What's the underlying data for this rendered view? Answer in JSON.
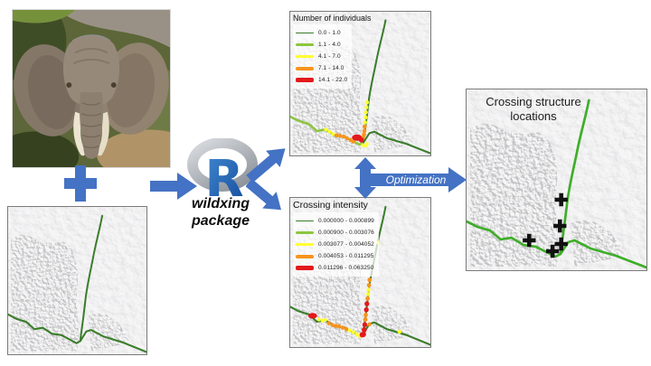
{
  "colors": {
    "arrow_blue": "#4472C4",
    "r_letter_blue": "#2268B6",
    "r_ring_gray": "#B9BDC3",
    "map_background": "#D6D6D6",
    "route_dark_green": "#3A7D2A",
    "route_light_green": "#8CC63E",
    "route_bright_green": "#3FAE29",
    "dot_yellow": "#FFFF33",
    "dot_orange": "#F7941D",
    "dot_red": "#E3191C",
    "crossing_marker_black": "#111111"
  },
  "r_block": {
    "letter": "R",
    "package_line1": "wildxing",
    "package_line2": "package"
  },
  "optimization": {
    "label": "Optimization"
  },
  "maps": {
    "individuals": {
      "title": "Number of individuals",
      "legend": [
        {
          "label": "0.0 - 1.0",
          "color": "#3A7D2A",
          "thickness": "1.5px"
        },
        {
          "label": "1.1 - 4.0",
          "color": "#8CC63E",
          "thickness": "2.5px"
        },
        {
          "label": "4.1 - 7.0",
          "color": "#FFFF33",
          "thickness": "3.5px"
        },
        {
          "label": "7.1 - 14.0",
          "color": "#F7941D",
          "thickness": "4px"
        },
        {
          "label": "14.1 - 22.0",
          "color": "#E3191C",
          "thickness": "5px"
        }
      ]
    },
    "intensity": {
      "title": "Crossing intensity",
      "legend": [
        {
          "label": "0.000000 - 0.000899",
          "color": "#3A7D2A",
          "thickness": "1.5px"
        },
        {
          "label": "0.000900 - 0.003076",
          "color": "#8CC63E",
          "thickness": "2.5px"
        },
        {
          "label": "0.003077 - 0.004052",
          "color": "#FFFF33",
          "thickness": "3.5px"
        },
        {
          "label": "0.004053 - 0.011295",
          "color": "#F7941D",
          "thickness": "4px"
        },
        {
          "label": "0.011296 - 0.063250",
          "color": "#E3191C",
          "thickness": "5px"
        }
      ]
    },
    "structures": {
      "title_line1": "Crossing structure",
      "title_line2": "locations"
    }
  }
}
